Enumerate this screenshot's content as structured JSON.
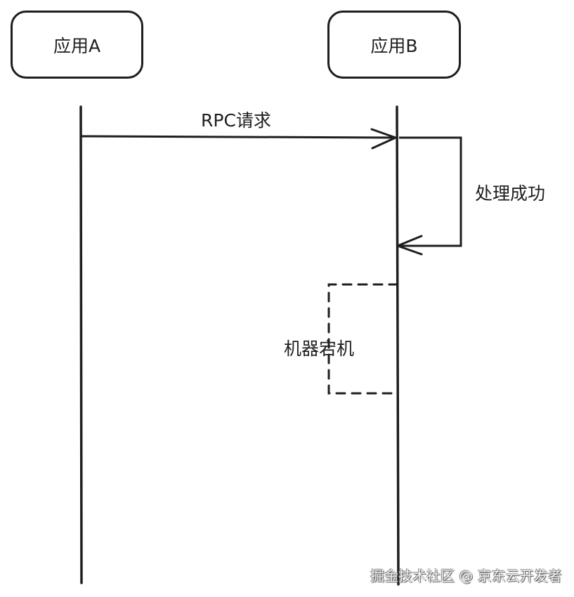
{
  "participants": [
    {
      "id": "A",
      "label": "应用A"
    },
    {
      "id": "B",
      "label": "应用B"
    }
  ],
  "messages": {
    "request": {
      "label": "RPC请求",
      "from": "A",
      "to": "B"
    },
    "self_process": {
      "label": "处理成功",
      "on": "B"
    }
  },
  "annotation": {
    "label": "机器宕机",
    "style": "dashed"
  },
  "watermark": {
    "text": "掘金技术社区 @ 京东云开发者"
  },
  "colors": {
    "stroke": "#1e1e1e",
    "background": "#ffffff"
  }
}
